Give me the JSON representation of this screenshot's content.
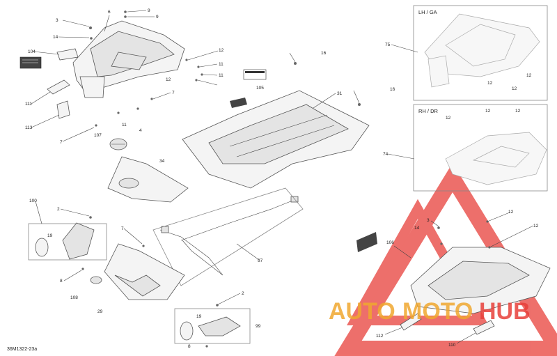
{
  "diagram_ref": "36M1322-23a",
  "insets": {
    "lh_title": "LH / GA",
    "rh_title": "RH / DR"
  },
  "watermark": {
    "text_left": "AUTO",
    "text_mid": "MOTO",
    "text_right": "HUB",
    "color_red": "#e8403a",
    "color_orange": "#f0a830"
  },
  "callouts": {
    "c_3_top": "3",
    "c_6": "6",
    "c_9a": "9",
    "c_9b": "9",
    "c_14_top": "14",
    "c_104": "104",
    "c_12_a": "12",
    "c_11_a": "11",
    "c_11_b": "11",
    "c_12_b": "12",
    "c_7_a": "7",
    "c_111": "111",
    "c_113": "113",
    "c_107": "107",
    "c_7_b": "7",
    "c_11_c": "11",
    "c_4": "4",
    "c_16_a": "16",
    "c_105": "105",
    "c_16_b": "16",
    "c_31": "31",
    "c_34": "34",
    "c_75": "75",
    "c_74": "74",
    "c_100": "100",
    "c_2_a": "2",
    "c_19_a": "19",
    "c_7_c": "7",
    "c_8_a": "8",
    "c_108": "108",
    "c_29": "29",
    "c_97": "97",
    "c_2_b": "2",
    "c_19_b": "19",
    "c_99": "99",
    "c_8_b": "8",
    "c_3_r": "3",
    "c_14_r": "14",
    "c_106": "106",
    "c_12_r1": "12",
    "c_12_r2": "12",
    "c_112": "112",
    "c_110": "110",
    "c_lh12_a": "12",
    "c_lh12_b": "12",
    "c_lh12_c": "12",
    "c_rh12_a": "12",
    "c_rh12_b": "12",
    "c_rh12_c": "12"
  }
}
